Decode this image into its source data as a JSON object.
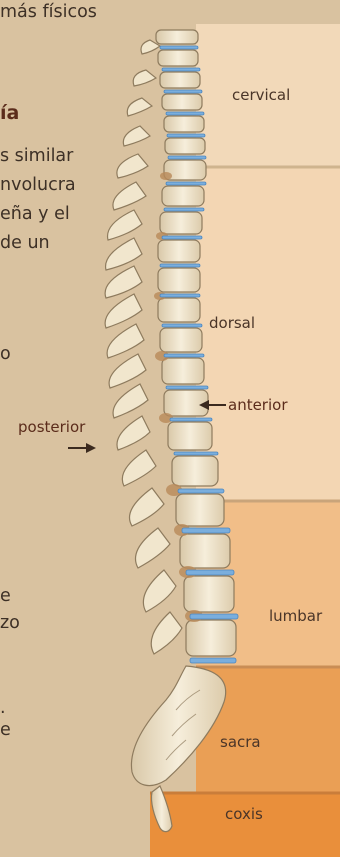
{
  "text_fragments": [
    "más físicos",
    "ía",
    "s similar",
    "nvolucra",
    "eña y el",
    "de un",
    "o",
    "e",
    "zo",
    ".",
    "e"
  ],
  "regions": {
    "cervical": "cervical",
    "dorsal": "dorsal",
    "lumbar": "lumbar",
    "sacra": "sacra",
    "coxis": "coxis"
  },
  "directions": {
    "anterior": "anterior",
    "posterior": "posterior"
  },
  "colors": {
    "background": "#d9c2a0",
    "cervical_band": "#f2d9b9",
    "dorsal_band": "#f3d6b3",
    "lumbar_band": "#f1be88",
    "sacra_band": "#ea9f55",
    "coxis_band": "#e98f3b",
    "bone": "#f1e6cd",
    "disc": "#7aaedd",
    "heading": "#5b2c1b"
  }
}
